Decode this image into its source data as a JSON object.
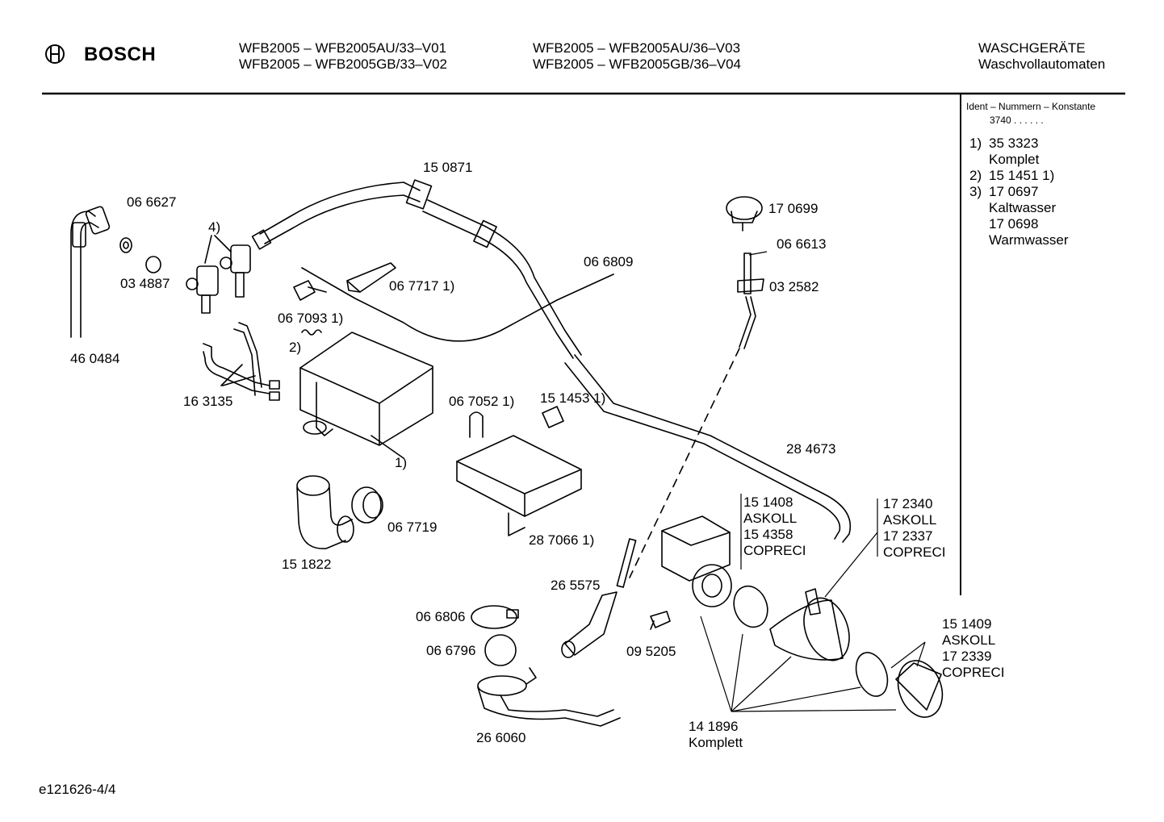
{
  "header": {
    "brand": "BOSCH",
    "models_col1": [
      "WFB2005 – WFB2005AU/33–V01",
      "WFB2005 – WFB2005GB/33–V02"
    ],
    "models_col2": [
      "WFB2005 – WFB2005AU/36–V03",
      "WFB2005 – WFB2005GB/36–V04"
    ],
    "category": [
      "WASCHGERÄTE",
      "Waschvollautomaten"
    ]
  },
  "sidebar": {
    "ident_title": "Ident – Nummern – Konstante",
    "ident_value": "3740  .  .    .  .  .  .",
    "notes": [
      [
        "1)",
        "35 3323"
      ],
      [
        "",
        "Komplet"
      ],
      [
        "2)",
        "15 1451 1)"
      ],
      [
        "3)",
        "17 0697"
      ],
      [
        "",
        "Kaltwasser"
      ],
      [
        "",
        "17 0698"
      ],
      [
        "",
        "Warmwasser"
      ]
    ]
  },
  "labels": {
    "p150871": "15 0871",
    "p066627": "06 6627",
    "p4": "4)",
    "p034887": "03 4887",
    "p460484": "46 0484",
    "p170699": "17 0699",
    "p066613": "06 6613",
    "p066809": "06 6809",
    "p067717": "06 7717  1)",
    "p032582": "03 2582",
    "p067093": "06 7093  1)",
    "p2": "2)",
    "p163135": "16 3135",
    "p067052": "06 7052 1)",
    "p151453": "15 1453 1)",
    "p1": "1)",
    "p284673": "28 4673",
    "p067719": "06 7719",
    "p287066": "28 7066   1)",
    "p151822": "15 1822",
    "pump1": [
      "15 1408",
      "ASKOLL",
      "15 4358",
      "COPRECI"
    ],
    "pump2": [
      "17 2340",
      "ASKOLL",
      "17 2337",
      "COPRECI"
    ],
    "p265575": "26 5575",
    "p066806": "06 6806",
    "p066796": "06 6796",
    "p095205": "09 5205",
    "filter": [
      "15 1409",
      "ASKOLL",
      "17 2339",
      "COPRECI"
    ],
    "p141896": [
      "14 1896",
      "Komplett"
    ],
    "p266060": "26 6060"
  },
  "footer": {
    "code": "e121626-4/4"
  }
}
